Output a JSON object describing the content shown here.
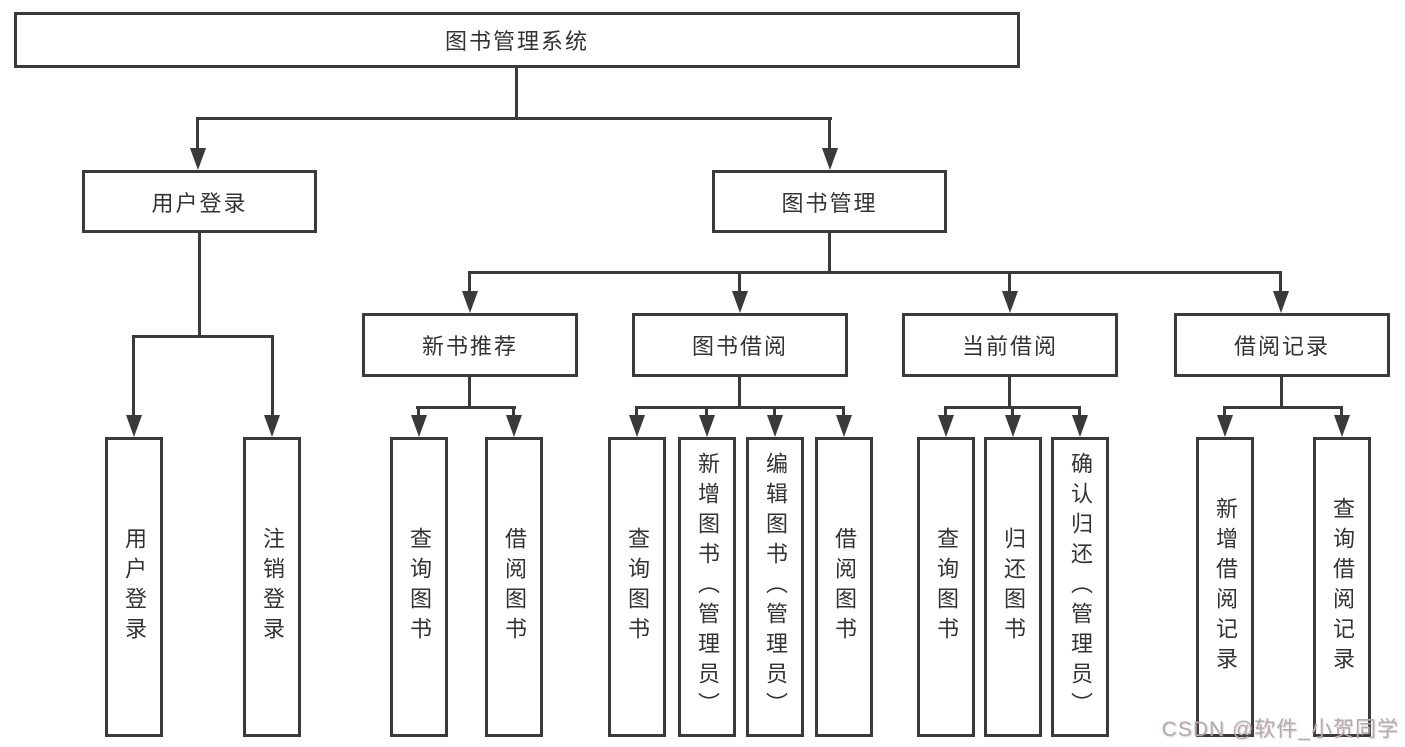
{
  "diagram": {
    "root": "图书管理系统",
    "nodes": {
      "user_login": {
        "label": "用户登录",
        "children": [
          "用户登录",
          "注销登录"
        ]
      },
      "book_mgmt": {
        "label": "图书管理"
      },
      "new_book": {
        "label": "新书推荐",
        "children": [
          "查询图书",
          "借阅图书"
        ]
      },
      "book_borrow": {
        "label": "图书借阅",
        "children": [
          "查询图书",
          "新增图书（管理员）",
          "编辑图书（管理员）",
          "借阅图书"
        ]
      },
      "current_borrow": {
        "label": "当前借阅",
        "children": [
          "查询图书",
          "归还图书",
          "确认归还（管理员）"
        ]
      },
      "borrow_record": {
        "label": "借阅记录",
        "children": [
          "新增借阅记录",
          "查询借阅记录"
        ]
      }
    },
    "line_color": "#3a3a3a",
    "text_color": "#333333"
  },
  "watermark": {
    "text": "CSDN @软件_小贺同学"
  }
}
